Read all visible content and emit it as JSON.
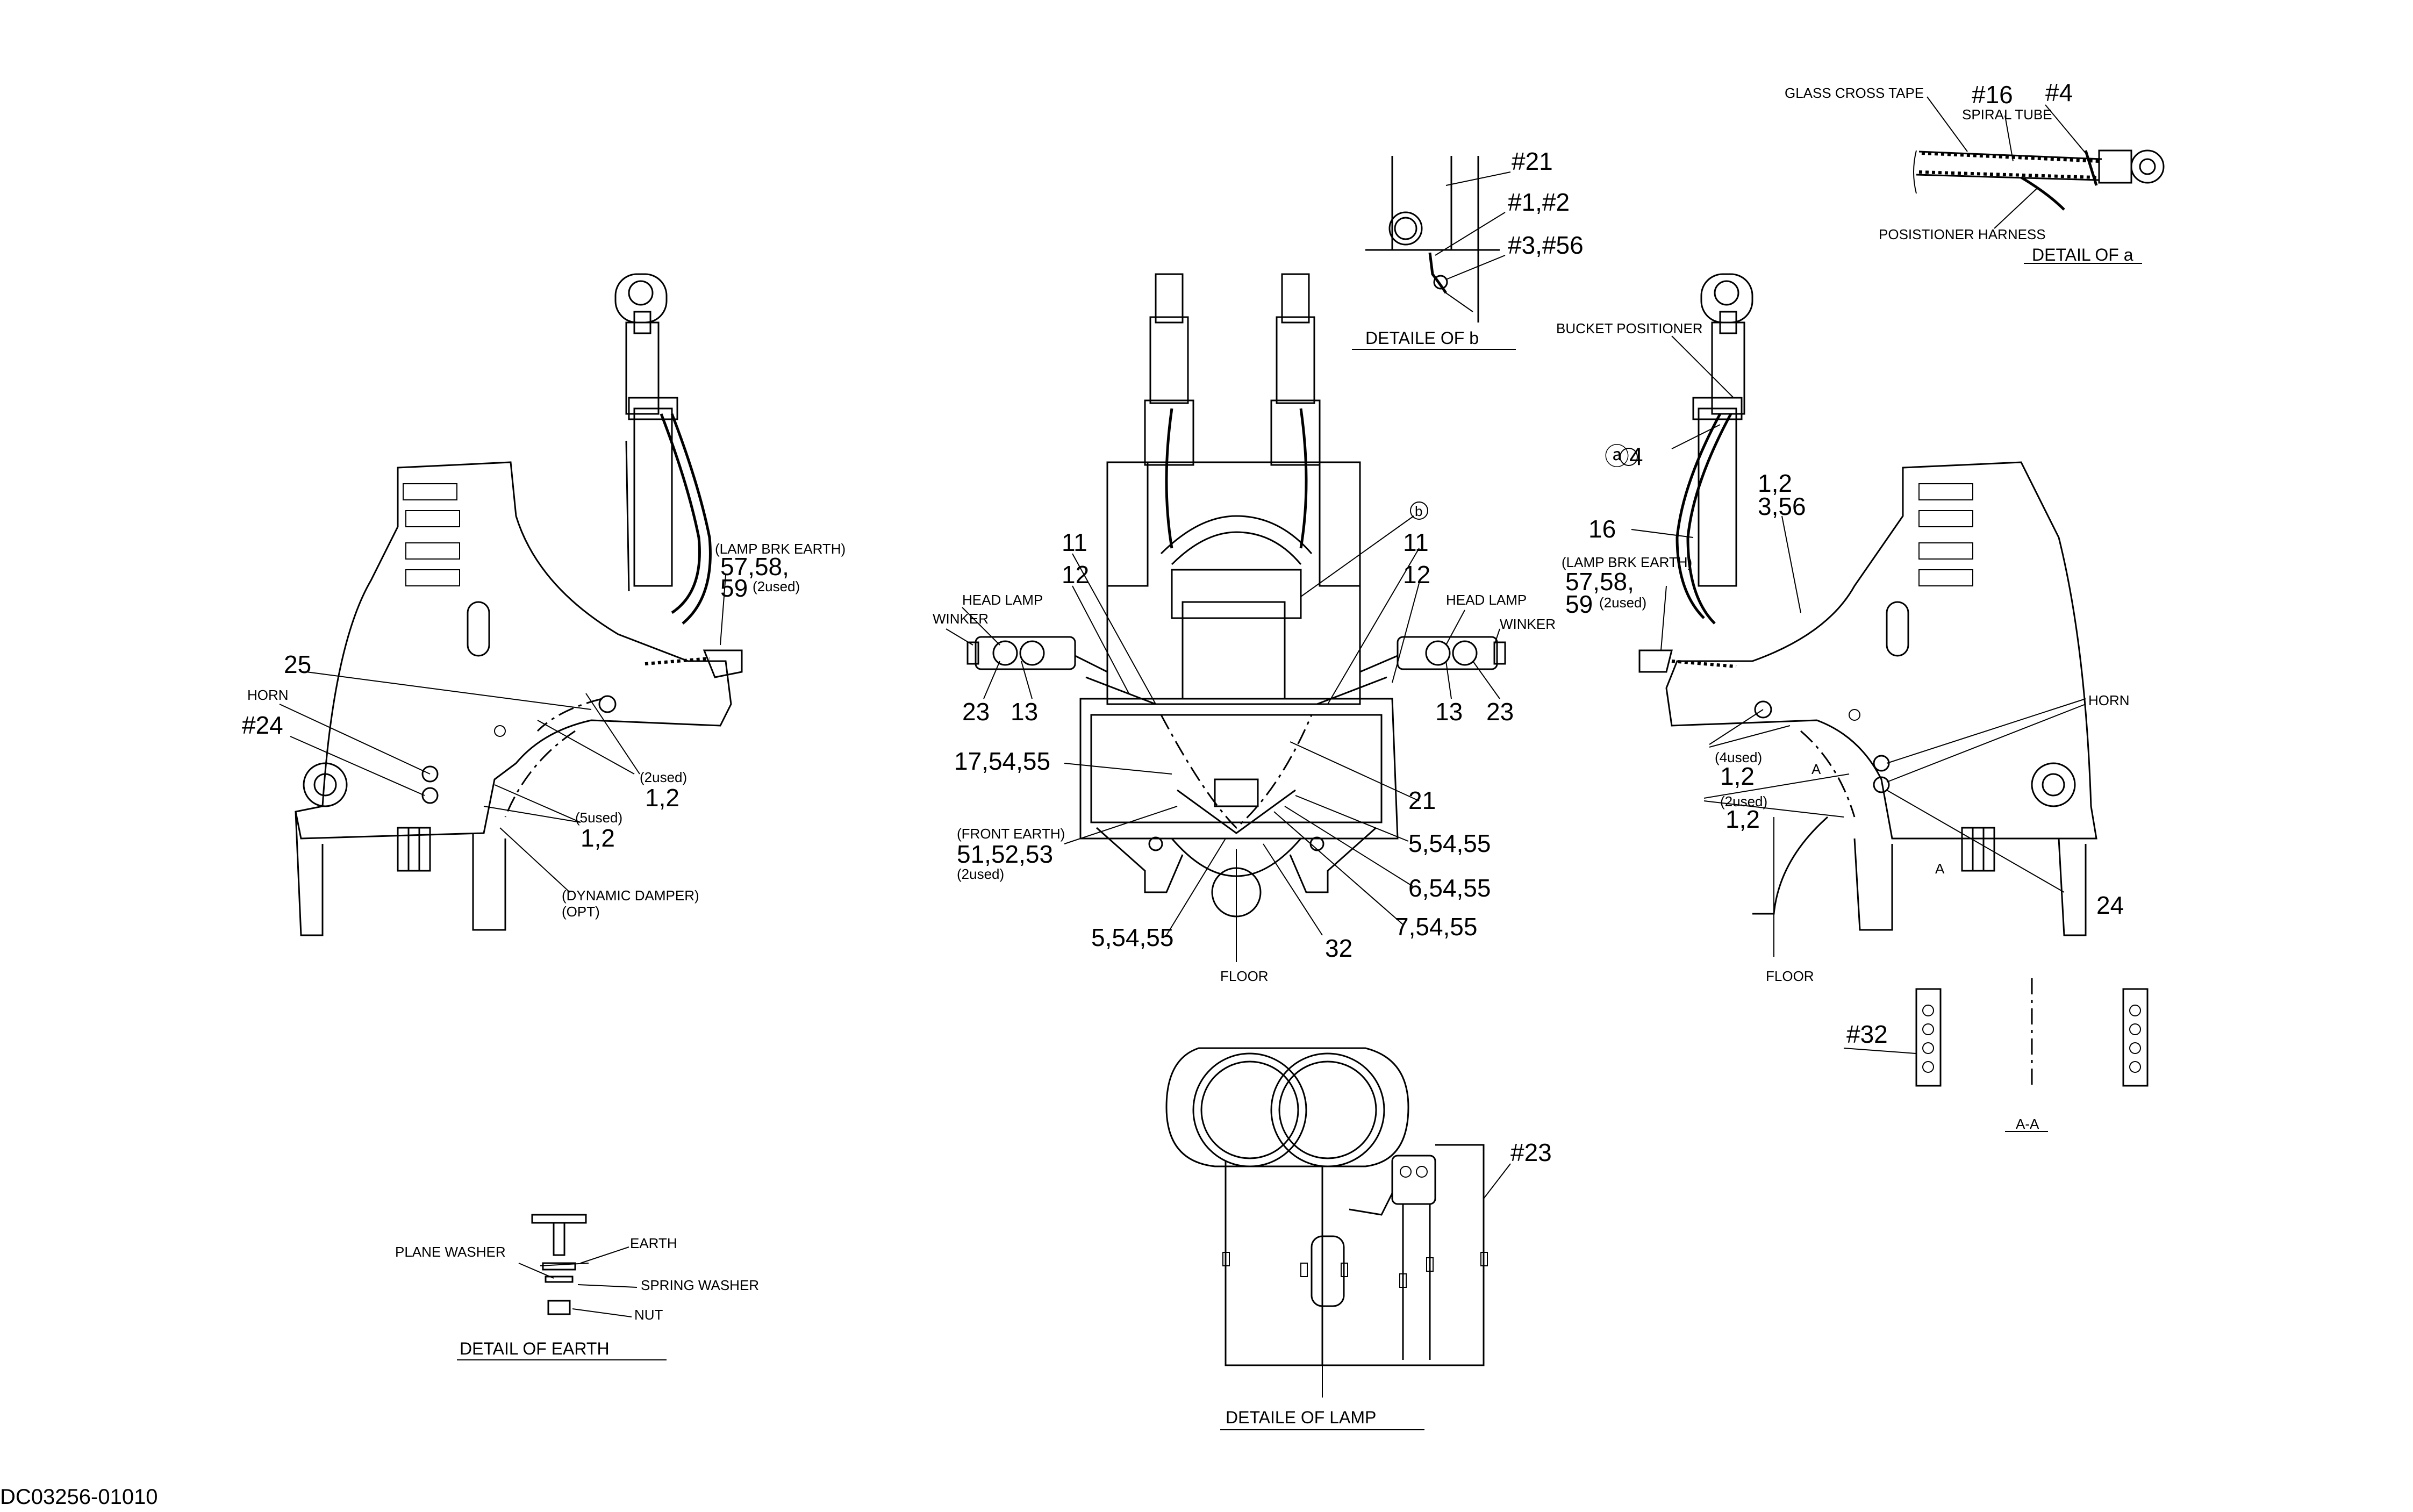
{
  "drawing_number": "DC03256-01010",
  "detail_a": {
    "glass_cross_tape": "GLASS CROSS TAPE",
    "ref_16": "#16",
    "spiral_tube": "SPIRAL TUBE",
    "ref_4": "#4",
    "positioner_harness": "POSISTIONER HARNESS",
    "title": "DETAIL OF a"
  },
  "detail_b": {
    "ref_21": "#21",
    "ref_1_2": "#1,#2",
    "ref_3_56": "#3,#56",
    "title": "DETAILE OF b"
  },
  "left_view": {
    "lamp_brk_earth": "(LAMP BRK EARTH)",
    "part_57_58": "57,58,",
    "part_59": "59",
    "used_2": "(2used)",
    "part_25": "25",
    "horn": "HORN",
    "ref_24": "#24",
    "used_2b": "(2used)",
    "part_1_2a": "1,2",
    "used_5": "(5used)",
    "part_1_2b": "1,2",
    "dynamic_damper": "(DYNAMIC DAMPER)",
    "opt": "(OPT)"
  },
  "center_view": {
    "part_11_left": "11",
    "part_12_left": "12",
    "head_lamp_left": "HEAD LAMP",
    "winker_left": "WINKER",
    "part_23_left": "23",
    "part_13_left": "13",
    "callout_b": "b",
    "part_11_right": "11",
    "part_12_right": "12",
    "head_lamp_right": "HEAD LAMP",
    "winker_right": "WINKER",
    "part_13_right": "13",
    "part_23_right": "23",
    "part_17_54_55": "17,54,55",
    "front_earth": "(FRONT EARTH)",
    "part_51_52_53": "51,52,53",
    "used_2": "(2used)",
    "part_21": "21",
    "part_5_54_55_a": "5,54,55",
    "part_6_54_55": "6,54,55",
    "part_7_54_55": "7,54,55",
    "part_5_54_55_b": "5,54,55",
    "part_32": "32",
    "floor": "FLOOR"
  },
  "right_view": {
    "bucket_positioner": "BUCKET POSITIONER",
    "part_a4": "ⓐ4",
    "part_1_2": "1,2",
    "part_3_56": "3,56",
    "part_16": "16",
    "lamp_brk_earth": "(LAMP BRK EARTH)",
    "part_57_58": "57,58,",
    "part_59": "59",
    "used_2": "(2used)",
    "horn": "HORN",
    "used_4": "(4used)",
    "part_1_2a": "1,2",
    "section_a": "A",
    "used_2b": "(2used)",
    "part_1_2b": "1,2",
    "section_a2": "A",
    "part_24": "24",
    "floor": "FLOOR"
  },
  "section_aa": {
    "ref_32": "#32",
    "label": "A-A"
  },
  "detail_earth": {
    "plane_washer": "PLANE WASHER",
    "earth": "EARTH",
    "spring_washer": "SPRING WASHER",
    "nut": "NUT",
    "title": "DETAIL OF EARTH"
  },
  "detail_lamp": {
    "ref_23": "#23",
    "title": "DETAILE OF LAMP"
  }
}
